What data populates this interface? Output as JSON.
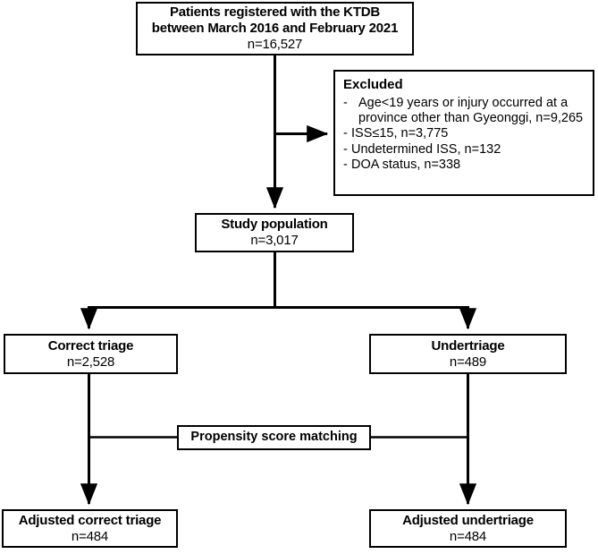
{
  "figure": {
    "type": "flowchart",
    "subject": "Patient selection and propensity score matching flow"
  },
  "nodes": {
    "registered": {
      "line1": "Patients registered with the KTDB",
      "line2": "between March 2016 and February 2021",
      "count": "n=16,527"
    },
    "excluded": {
      "heading": "Excluded",
      "items": [
        {
          "dash": "-",
          "text": "Age<19 years or injury occurred at a province other than Gyeonggi, n=9,265",
          "style": "wide"
        },
        {
          "dash": "-",
          "text": "ISS≤15, n=3,775",
          "style": "tight"
        },
        {
          "dash": "-",
          "text": "Undetermined ISS, n=132",
          "style": "tight"
        },
        {
          "dash": "-",
          "text": "DOA status, n=338",
          "style": "tight"
        }
      ]
    },
    "study_population": {
      "title": "Study population",
      "count": "n=3,017"
    },
    "correct_triage": {
      "title": "Correct triage",
      "count": "n=2,528"
    },
    "undertriage": {
      "title": "Undertriage",
      "count": "n=489"
    },
    "propensity": {
      "title": "Propensity score matching"
    },
    "adjusted_correct_triage": {
      "title": "Adjusted correct triage",
      "count": "n=484"
    },
    "adjusted_undertriage": {
      "title": "Adjusted undertriage",
      "count": "n=484"
    }
  },
  "style": {
    "line_color": "#000000",
    "box_border_color": "#000000",
    "background": "#ffffff",
    "text_color": "#000000"
  }
}
